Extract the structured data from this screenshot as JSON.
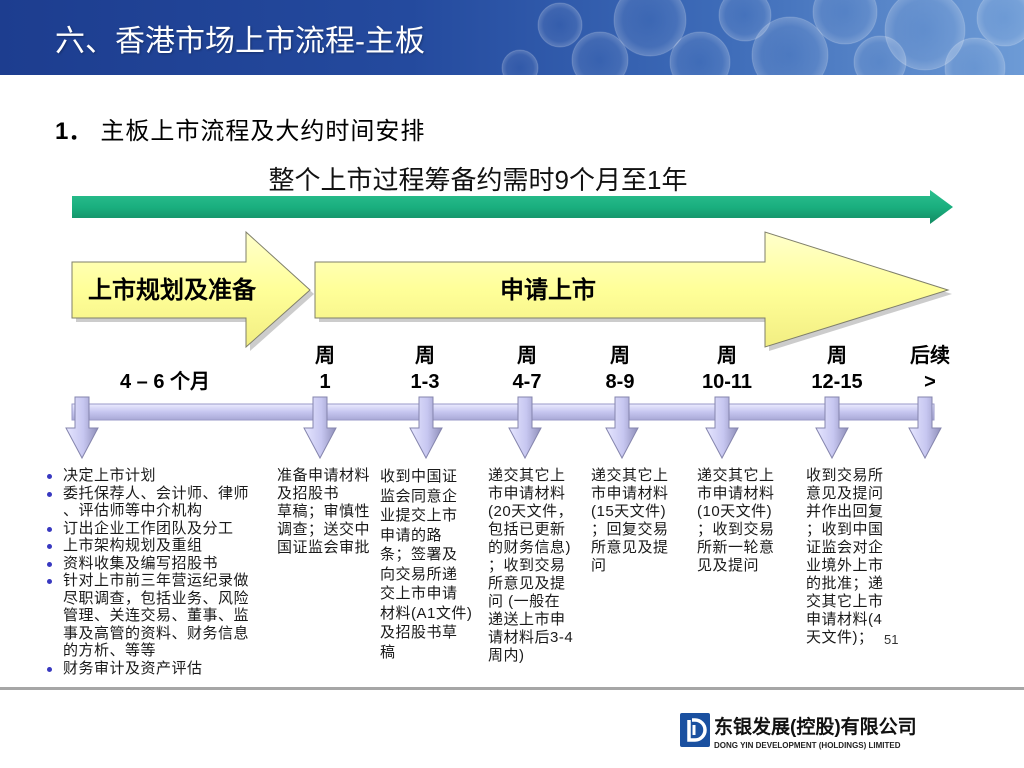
{
  "header": {
    "title": "六、香港市场上市流程-主板"
  },
  "section": {
    "number": "1．",
    "title": "主板上市流程及大约时间安排"
  },
  "overall_duration": "整个上市过程筹备约需时9个月至1年",
  "phases": {
    "preparation": "上市规划及准备",
    "application": "申请上市"
  },
  "stages": [
    {
      "period": [
        "4 – 6 个月"
      ],
      "bullets": [
        {
          "lines": [
            "决定上市计划"
          ]
        },
        {
          "lines": [
            "委托保荐人、会计师、律师",
            "、评估师等中介机构"
          ]
        },
        {
          "lines": [
            "订出企业工作团队及分工"
          ]
        },
        {
          "lines": [
            "上市架构规划及重组"
          ]
        },
        {
          "lines": [
            "资料收集及编写招股书"
          ]
        },
        {
          "lines": [
            "针对上市前三年营运纪录做",
            "尽职调查，包括业务、风险",
            "管理、关连交易、董事、监",
            "事及高管的资料、财务信息",
            "的方析、等等"
          ]
        },
        {
          "lines": [
            "财务审计及资产评估"
          ]
        }
      ]
    },
    {
      "period": [
        "周",
        "1"
      ],
      "lines": [
        "准备申请材料",
        "及招股书",
        "草稿；审慎性",
        "调查；送交中",
        "国证监会审批"
      ]
    },
    {
      "period": [
        "周",
        "1-3"
      ],
      "lines": [
        "收到中国证",
        "监会同意企",
        "业提交上市",
        "申请的路",
        "条；签署及",
        "向交易所递",
        "交上市申请",
        "材料(A1文件)",
        "及招股书草",
        "稿"
      ]
    },
    {
      "period": [
        "周",
        "4-7"
      ],
      "lines": [
        "递交其它上",
        "市申请材料",
        "(20天文件，",
        "包括已更新",
        "的财务信息)",
        "；收到交易",
        "所意见及提",
        "问 (一般在",
        "递送上市申",
        "请材料后3-4",
        "周内)"
      ]
    },
    {
      "period": [
        "周",
        "8-9"
      ],
      "lines": [
        "递交其它上",
        "市申请材料",
        "(15天文件)",
        "；回复交易",
        "所意见及提",
        "问"
      ]
    },
    {
      "period": [
        "周",
        "10-11"
      ],
      "lines": [
        "递交其它上",
        "市申请材料",
        "(10天文件)",
        "；收到交易",
        "所新一轮意",
        "见及提问"
      ]
    },
    {
      "period": [
        "周",
        "12-15"
      ],
      "lines": [
        "收到交易所",
        "意见及提问",
        "并作出回复",
        "；收到中国",
        "证监会对企",
        "业境外上市",
        "的批准；递",
        "交其它上市",
        "申请材料(4",
        "天文件)；"
      ]
    },
    {
      "period": [
        "后续",
        ">"
      ]
    }
  ],
  "page_number": "51",
  "company": {
    "name_cn": "东银发展(控股)有限公司",
    "name_en": "DONG YIN DEVELOPMENT (HOLDINGS) LIMITED",
    "logo_icon": "dong-yin-logo-icon"
  },
  "colors": {
    "header_start": "#1d3d8f",
    "header_end": "#6d9bd6",
    "overall_arrow": "#1aaf7f",
    "phase_arrow": "#ffff99",
    "timeline": "#c6c6f0",
    "bullet": "#3838c0",
    "footer_line": "#a6a6a6",
    "brand": "#1a50a0"
  }
}
